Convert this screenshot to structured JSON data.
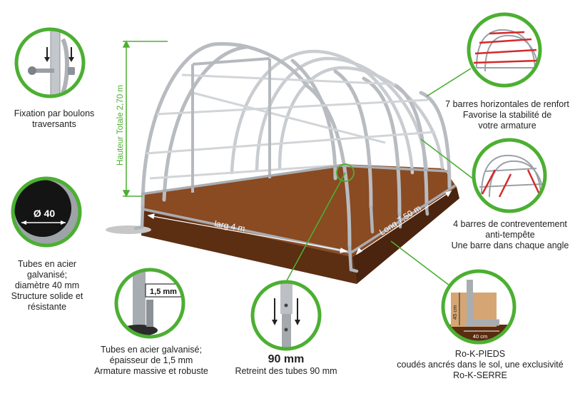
{
  "colors": {
    "accent_green": "#4caf32",
    "soil": "#8a4a22",
    "soil_dark": "#5c2e12",
    "tube": "#c9ccd0",
    "brace_red": "#d42a2a"
  },
  "dimensions": {
    "height": "Hauteur Totale 2,70 m",
    "width": "larg 4 m",
    "length": "Long 7,50 m"
  },
  "callouts": {
    "bolts": {
      "icon": "bolt-fixation-icon",
      "lines": [
        "Fixation par boulons",
        "traversants"
      ]
    },
    "tube_diameter": {
      "icon": "tube-section-icon",
      "badge": "Ø 40",
      "lines": [
        "Tubes en acier",
        "galvanisé;",
        "diamètre 40 mm",
        "Structure solide et",
        "résistante"
      ]
    },
    "thickness": {
      "icon": "caliper-icon",
      "badge": "1,5 mm",
      "lines": [
        "Tubes en acier galvanisé;",
        "épaisseur de 1,5 mm",
        "Armature massive et robuste"
      ]
    },
    "retreint": {
      "icon": "tube-join-icon",
      "value": "90 mm",
      "lines": [
        "Retreint des tubes 90 mm"
      ]
    },
    "horizontal_bars": {
      "icon": "frame-horizontal-bars-icon",
      "lines": [
        "7 barres horizontales de renfort",
        "Favorise la stabilité de",
        "votre armature"
      ]
    },
    "bracing": {
      "icon": "frame-bracing-icon",
      "lines": [
        "4 barres de contreventement",
        "anti-tempête",
        "Une barre dans chaque angle"
      ]
    },
    "feet": {
      "icon": "anchor-foot-icon",
      "depth_label": "45 cm",
      "width_label": "40 cm",
      "lines": [
        "Ro-K-PIEDS",
        "coudés ancrés dans le sol, une exclusivité",
        "Ro-K-SERRE"
      ]
    }
  }
}
